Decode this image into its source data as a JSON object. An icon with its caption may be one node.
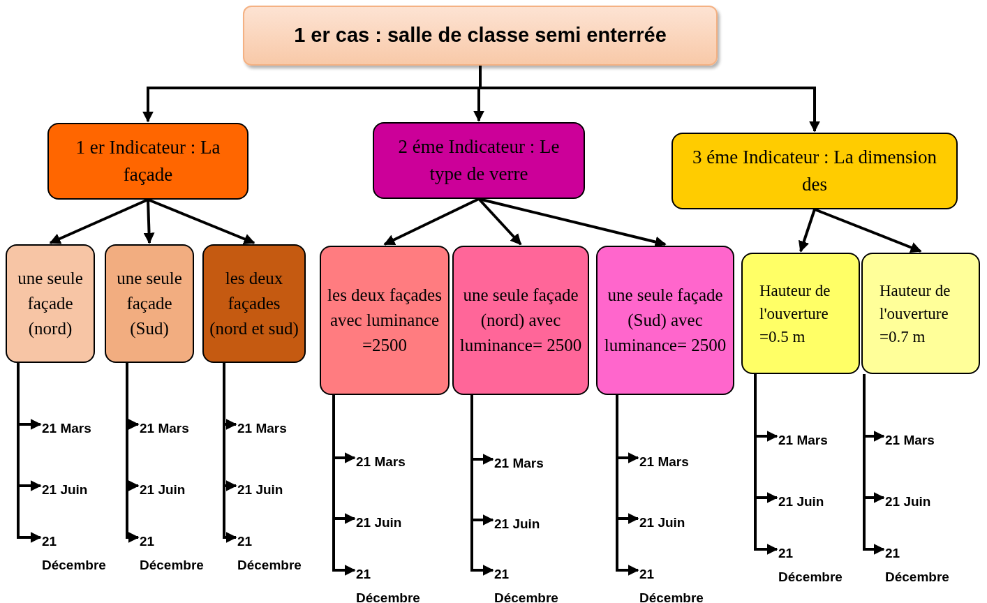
{
  "diagram": {
    "nodes": [
      {
        "text": [
          "1 er cas  : salle de classe semi enterrée"
        ]
      },
      {
        "text": [
          "1 er  Indicateur : La façade"
        ]
      },
      {
        "text": [
          "2 éme  Indicateur : Le type de verre"
        ]
      },
      {
        "text": [
          "3 éme  Indicateur : La dimension des"
        ]
      },
      {
        "text": [
          "une seule façade (nord)"
        ]
      },
      {
        "text": [
          "une seule façade (Sud)"
        ]
      },
      {
        "text": [
          "les deux façades (nord et sud)"
        ]
      },
      {
        "text": [
          "les deux façades avec luminance =2500"
        ]
      },
      {
        "text": [
          "une seule façade (nord) avec luminance= 2500"
        ]
      },
      {
        "text": [
          "une seule façade (Sud) avec luminance= 2500"
        ]
      },
      {
        "text": [
          "Hauteur de l'ouverture =0.5 m"
        ]
      },
      {
        "text": [
          "Hauteur de l'ouverture =0.7 m"
        ]
      },
      {
        "text": [
          "21 Mars"
        ]
      },
      {
        "text": [
          "21 Juin"
        ]
      },
      {
        "text": [
          "21 Décembre"
        ]
      },
      {
        "text": [
          "21 Mars"
        ]
      },
      {
        "text": [
          "21 Juin"
        ]
      },
      {
        "text": [
          "21 Décembre"
        ]
      },
      {
        "text": [
          "21 Mars"
        ]
      },
      {
        "text": [
          "21 Juin"
        ]
      },
      {
        "text": [
          "21 Décembre"
        ]
      },
      {
        "text": [
          "21 Mars"
        ]
      },
      {
        "text": [
          "21 Juin"
        ]
      },
      {
        "text": [
          "21 Décembre"
        ]
      },
      {
        "text": [
          "21 Mars"
        ]
      },
      {
        "text": [
          "21 Juin"
        ]
      },
      {
        "text": [
          "21 Décembre"
        ]
      },
      {
        "text": [
          "21 Mars"
        ]
      },
      {
        "text": [
          "21 Juin"
        ]
      },
      {
        "text": [
          "21 Décembre"
        ]
      },
      {
        "text": [
          "21 Mars"
        ]
      },
      {
        "text": [
          "21 Juin"
        ]
      },
      {
        "text": [
          "21 Décembre"
        ]
      },
      {
        "text": [
          "21 Mars"
        ]
      },
      {
        "text": [
          "21 Juin"
        ]
      },
      {
        "text": [
          "21 Décembre"
        ]
      }
    ],
    "edges": [
      {
        "from": 0,
        "to": 1,
        "arrow": "to"
      },
      {
        "from": 0,
        "to": 2,
        "arrow": "to"
      },
      {
        "from": 0,
        "to": 3,
        "arrow": "to"
      },
      {
        "from": 1,
        "to": 4,
        "arrow": "to"
      },
      {
        "from": 1,
        "to": 5,
        "arrow": "to"
      },
      {
        "from": 1,
        "to": 6,
        "arrow": "to"
      },
      {
        "from": 2,
        "to": 7,
        "arrow": "to"
      },
      {
        "from": 2,
        "to": 8,
        "arrow": "to"
      },
      {
        "from": 2,
        "to": 9,
        "arrow": "to"
      },
      {
        "from": 3,
        "to": 10,
        "arrow": "to"
      },
      {
        "from": 3,
        "to": 11,
        "arrow": "to"
      },
      {
        "from": 4,
        "to": 12,
        "arrow": "to"
      },
      {
        "from": 4,
        "to": 13,
        "arrow": "to"
      },
      {
        "from": 4,
        "to": 14,
        "arrow": "to"
      },
      {
        "from": 5,
        "to": 15,
        "arrow": "to"
      },
      {
        "from": 5,
        "to": 16,
        "arrow": "to"
      },
      {
        "from": 5,
        "to": 17,
        "arrow": "to"
      },
      {
        "from": 6,
        "to": 18,
        "arrow": "to"
      },
      {
        "from": 6,
        "to": 19,
        "arrow": "to"
      },
      {
        "from": 6,
        "to": 20,
        "arrow": "to"
      },
      {
        "from": 7,
        "to": 21,
        "arrow": "to"
      },
      {
        "from": 7,
        "to": 22,
        "arrow": "to"
      },
      {
        "from": 7,
        "to": 23,
        "arrow": "to"
      },
      {
        "from": 8,
        "to": 24,
        "arrow": "to"
      },
      {
        "from": 8,
        "to": 25,
        "arrow": "to"
      },
      {
        "from": 8,
        "to": 26,
        "arrow": "to"
      },
      {
        "from": 9,
        "to": 27,
        "arrow": "to"
      },
      {
        "from": 9,
        "to": 28,
        "arrow": "to"
      },
      {
        "from": 9,
        "to": 29,
        "arrow": "to"
      },
      {
        "from": 10,
        "to": 30,
        "arrow": "to"
      },
      {
        "from": 10,
        "to": 31,
        "arrow": "to"
      },
      {
        "from": 10,
        "to": 32,
        "arrow": "to"
      },
      {
        "from": 11,
        "to": 33,
        "arrow": "to"
      },
      {
        "from": 11,
        "to": 34,
        "arrow": "to"
      },
      {
        "from": 11,
        "to": 35,
        "arrow": "to"
      }
    ]
  }
}
